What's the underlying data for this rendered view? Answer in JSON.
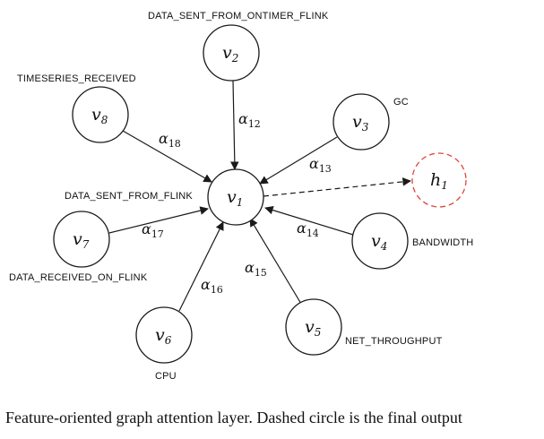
{
  "nodes": {
    "v1": {
      "base": "v",
      "sub": "1",
      "feature": "DATA_SENT_FROM_FLINK"
    },
    "v2": {
      "base": "v",
      "sub": "2",
      "feature": "DATA_SENT_FROM_ONTIMER_FLINK"
    },
    "v3": {
      "base": "v",
      "sub": "3",
      "feature": "GC"
    },
    "v4": {
      "base": "v",
      "sub": "4",
      "feature": "BANDWIDTH"
    },
    "v5": {
      "base": "v",
      "sub": "5",
      "feature": "NET_THROUGHPUT"
    },
    "v6": {
      "base": "v",
      "sub": "6",
      "feature": "CPU"
    },
    "v7": {
      "base": "v",
      "sub": "7",
      "feature": "DATA_RECEIVED_ON_FLINK"
    },
    "v8": {
      "base": "v",
      "sub": "8",
      "feature": "TIMESERIES_RECEIVED"
    },
    "h1": {
      "base": "h",
      "sub": "1"
    }
  },
  "weights": {
    "a12": {
      "base": "α",
      "sub": "12"
    },
    "a13": {
      "base": "α",
      "sub": "13"
    },
    "a14": {
      "base": "α",
      "sub": "14"
    },
    "a15": {
      "base": "α",
      "sub": "15"
    },
    "a16": {
      "base": "α",
      "sub": "16"
    },
    "a17": {
      "base": "α",
      "sub": "17"
    },
    "a18": {
      "base": "α",
      "sub": "18"
    }
  },
  "colors": {
    "edge": "#1a1a1a",
    "output": "#e0443a"
  },
  "caption": "Feature-oriented graph attention layer. Dashed circle is the final output"
}
